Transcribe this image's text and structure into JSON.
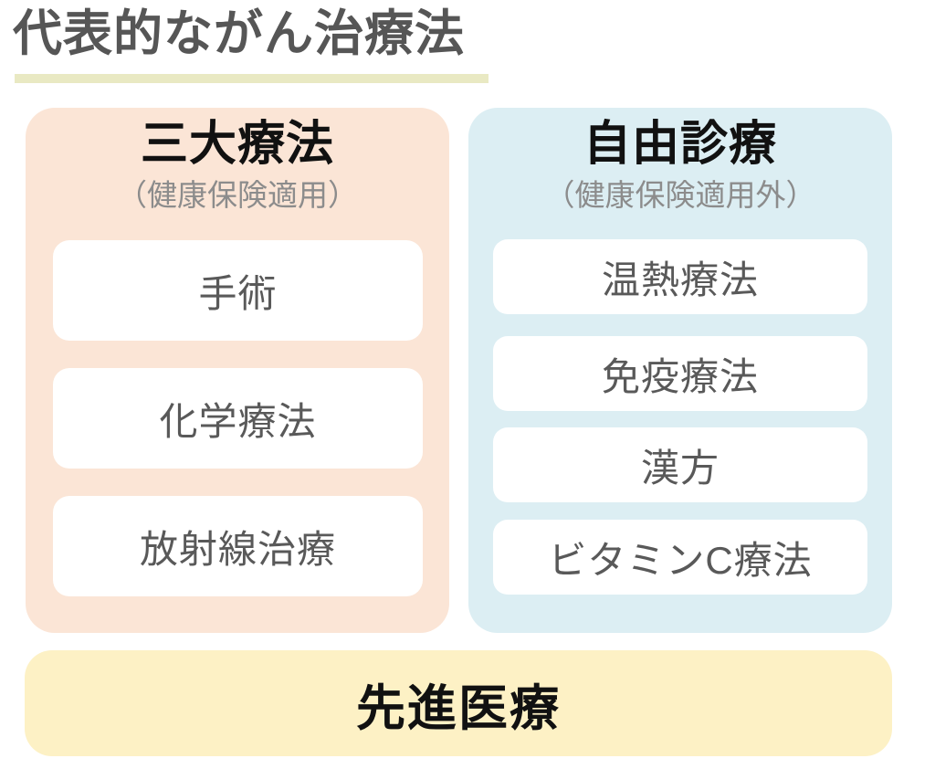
{
  "title": {
    "text": "代表的ながん治療法"
  },
  "columns": [
    {
      "title": "三大療法",
      "subtitle": "（健康保険適用）",
      "items": [
        "手術",
        "化学療法",
        "放射線治療"
      ]
    },
    {
      "title": "自由診療",
      "subtitle": "（健康保険適用外）",
      "items": [
        "温熱療法",
        "免疫療法",
        "漢方",
        "ビタミンC療法"
      ]
    }
  ],
  "footer": {
    "label": "先進医療"
  },
  "colors": {
    "title_text": "#565656",
    "title_underline": "#e9e9c3",
    "left_panel_bg": "#fbe5d6",
    "right_panel_bg": "#dceef3",
    "footer_bg": "#fdf1c5",
    "panel_title_text": "#111111",
    "subtitle_text": "#8c8c8c",
    "item_bg": "#ffffff",
    "item_text": "#595959"
  }
}
